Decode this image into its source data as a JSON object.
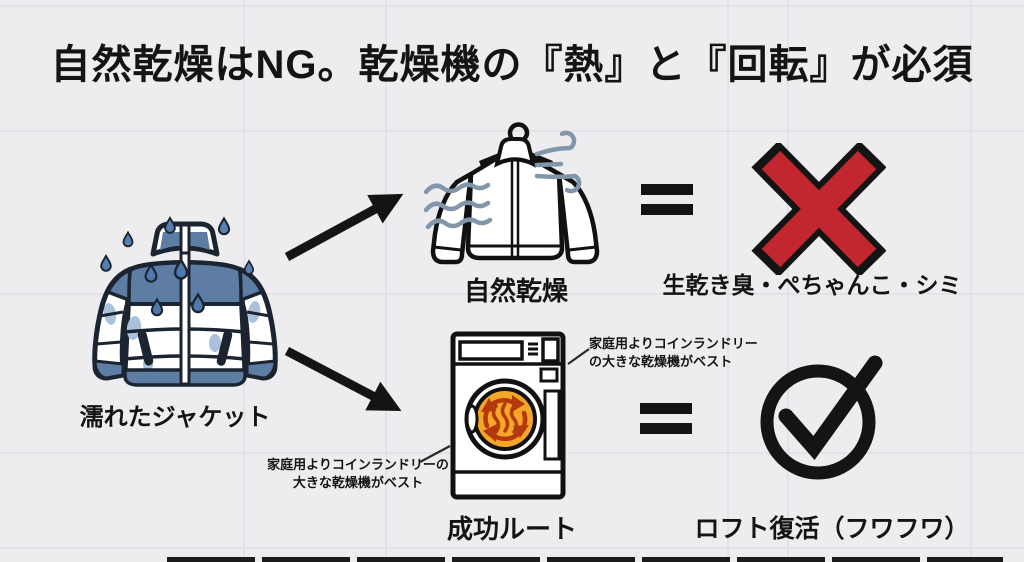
{
  "title": "自然乾燥はNG。乾燥機の『熱』と『回転』が必須",
  "wet_jacket": {
    "label": "濡れたジャケット"
  },
  "natural_route": {
    "label": "自然乾燥",
    "equals": "=",
    "result": "生乾き臭・ぺちゃんこ・シミ"
  },
  "success_route": {
    "label": "成功ルート",
    "equals": "=",
    "result": "ロフト復活（フワフワ）",
    "note_top_line1": "家庭用よりコインランドリー",
    "note_top_line2": "の大きな乾燥機がベスト",
    "note_bottom_line1": "家庭用よりコインランドリーの",
    "note_bottom_line2": "大きな乾燥機がベスト"
  },
  "icons": {
    "cross_icon": "✕",
    "check_circle_icon": "✓",
    "equals_icon": "=",
    "arrow_icon": "➜",
    "hanger_icon": "hanger",
    "wind_icon": "wind",
    "dryer_icon": "drum-dryer",
    "water_drop_icon": "droplet"
  },
  "colors": {
    "background": "#ededef",
    "ink": "#141414",
    "fail_red": "#c2262e",
    "drum_orange": "#f5a528",
    "heat_red": "#b23a08",
    "jacket_blue": "#5d7da4",
    "drop_blue": "#5580b0",
    "wet_patch_blue": "#aac1dc",
    "wind_gray": "#8296ab"
  }
}
